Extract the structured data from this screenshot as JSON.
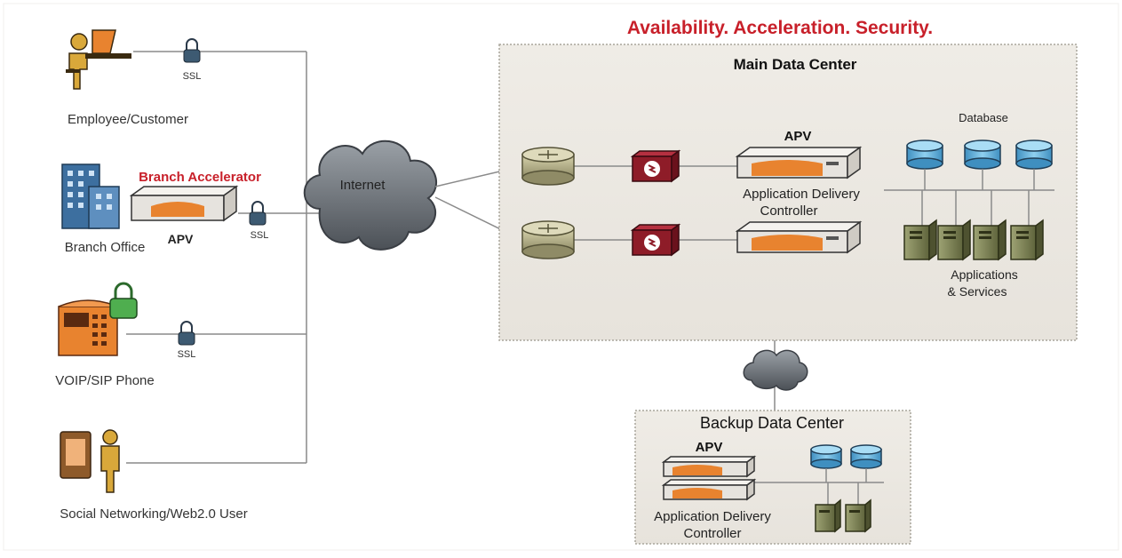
{
  "header": {
    "tagline": "Availability. Acceleration. Security."
  },
  "clients": {
    "employee": {
      "label": "Employee/Customer",
      "ssl": "SSL"
    },
    "branch": {
      "label": "Branch Office",
      "device_title": "Branch Accelerator",
      "device_label": "APV",
      "ssl": "SSL"
    },
    "voip": {
      "label": "VOIP/SIP Phone",
      "ssl": "SSL"
    },
    "social": {
      "label": "Social Networking/Web2.0 User"
    }
  },
  "internet": {
    "label": "Internet"
  },
  "main_dc": {
    "title": "Main Data Center",
    "apv_label": "APV",
    "controller_label_line1": "Application Delivery",
    "controller_label_line2": "Controller",
    "database_label": "Database",
    "apps_label_line1": "Applications",
    "apps_label_line2": "& Services"
  },
  "backup_dc": {
    "title": "Backup Data Center",
    "apv_label": "APV",
    "controller_label_line1": "Application Delivery",
    "controller_label_line2": "Controller"
  },
  "colors": {
    "accent_red": "#c8202a",
    "panel_bg": "#edeae4",
    "panel_border": "#a9a59b",
    "line": "#8a8a8a",
    "cloud": "#6e7278",
    "orange": "#e8832f",
    "server": "#7a7f52",
    "db_blue": "#5faad6",
    "router": "#b8b48a",
    "firewall": "#8e1c28"
  }
}
